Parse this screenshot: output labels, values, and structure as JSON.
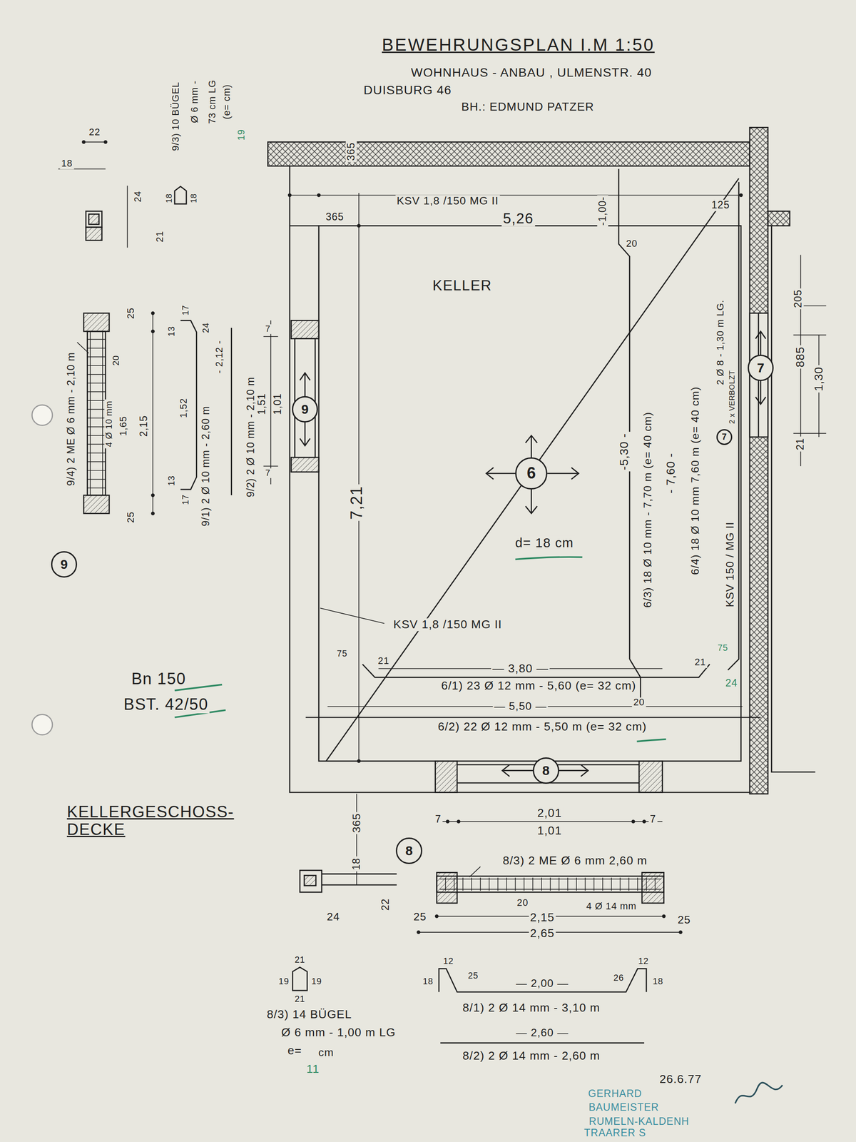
{
  "diagram": {
    "title": "BEWEHRUNGSPLAN I.M 1:50",
    "nodes": [
      {
        "text": [
          "7"
        ]
      },
      {
        "text": [
          "9"
        ]
      },
      {
        "text": [
          "7"
        ]
      },
      {
        "text": [
          "6"
        ]
      },
      {
        "text": [
          "9"
        ]
      },
      {
        "text": [
          "8"
        ]
      },
      {
        "text": [
          "8"
        ]
      }
    ],
    "labels": [
      "WOHNHAUS - ANBAU , ULMENSTR. 40",
      "DUISBURG 46",
      "BH.: EDMUND PATZER",
      "365",
      "365",
      "KSV 1,8 /150 MG II",
      "5,26",
      "-1,00-",
      "20",
      "125",
      "KELLER",
      "205",
      "885",
      "1,30",
      "21",
      "2 Ø 8 - 1,30 m LG.",
      "2 x VERBOLZT",
      "KSV 150 / MG II",
      "-5,30 -",
      "6/3) 18 Ø 10 mm - 7,70 m (e= 40 cm)",
      "- 7,60 -",
      "6/4) 18 Ø 10 mm 7,60 m (e= 40 cm)",
      "7,21",
      "KSV 1,8 /150 MG II",
      "d= 18 cm",
      "Bn 150",
      "BST. 42/50",
      "75",
      "21",
      "— 3,80 —",
      "21",
      "75",
      "24",
      "6/1) 23 Ø 12 mm - 5,60 (e= 32 cm)",
      "20",
      "— 5,50 —",
      "6/2) 22 Ø 12 mm - 5,50 m (e= 32 cm)",
      "KELLERGESCHOSS- DECKE",
      "365",
      "18",
      "7",
      "2,01",
      "1,01",
      "7",
      "8/3) 2 ME Ø 6 mm 2,60 m",
      "22",
      "24",
      "25",
      "20",
      "4 Ø 14 mm",
      "2,15",
      "2,65",
      "25",
      "21",
      "19",
      "19",
      "21",
      "12",
      "18",
      "25",
      "— 2,00 —",
      "26",
      "12",
      "18",
      "8/3) 14 BÜGEL",
      "8/1) 2 Ø 14 mm - 3,10 m",
      "Ø 6 mm - 1,00 m LG",
      "— 2,60 —",
      "e=",
      "cm",
      "11",
      "8/2) 2 Ø 14 mm - 2,60 m",
      "26.6.77",
      "GERHARD",
      "BAUMEISTER",
      "RUMELN-KALDENH",
      "TRAARER S",
      "22",
      "18",
      "24",
      "21",
      "9/3) 10 BÜGEL",
      "Ø 6 mm -",
      "73 cm LG",
      "(e= cm)",
      "19",
      "18",
      "18",
      "9/4) 2 ME Ø 6 mm - 2,10 m",
      "25",
      "20",
      "4 Ø 10 mm",
      "1,65",
      "2,15",
      "25",
      "13",
      "17",
      "24",
      "1,52",
      "13",
      "17",
      "9/1) 2 Ø 10 mm - 2,60 m",
      "- 2,12 -",
      "9/2) 2 Ø 10 mm - 2,10 m",
      "7",
      "1,51",
      "1,01",
      "7"
    ]
  }
}
